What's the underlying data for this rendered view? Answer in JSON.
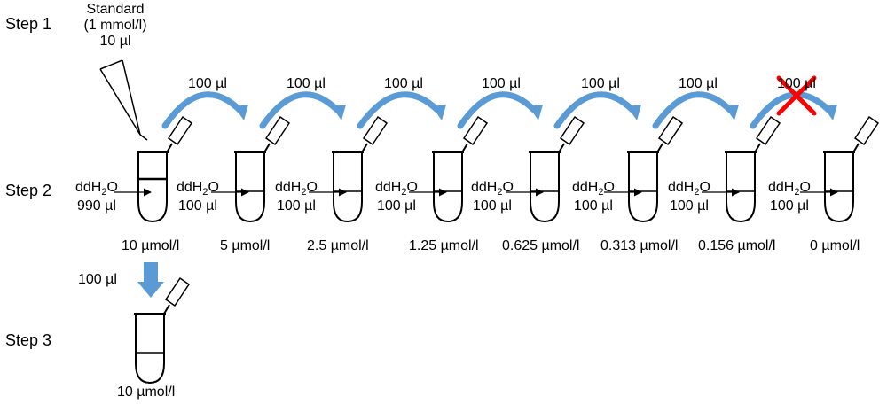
{
  "steps": {
    "step1": "Step 1",
    "step2": "Step 2",
    "step3": "Step 3"
  },
  "standard": {
    "line1": "Standard",
    "line2": "(1 mmol/l)",
    "line3": "10 µl"
  },
  "transfer_label": "100 µl",
  "diluent": {
    "first_prefix": "ddH",
    "first_sub": "2",
    "first_suffix": "O",
    "first_volume": "990 µl",
    "prefix": "ddH",
    "sub": "2",
    "suffix": "O",
    "volume": "100 µl"
  },
  "concentrations": [
    "10 µmol/l",
    "5 µmol/l",
    "2.5 µmol/l",
    "1.25 µmol/l",
    "0.625 µmol/l",
    "0.313 µmol/l",
    "0.156 µmol/l",
    "0 µmol/l"
  ],
  "step3": {
    "volume": "100 µl",
    "concentration": "10 µmol/l"
  },
  "colors": {
    "arrow": "#5b9bd5",
    "cross": "#ff0000",
    "line": "#000000"
  }
}
